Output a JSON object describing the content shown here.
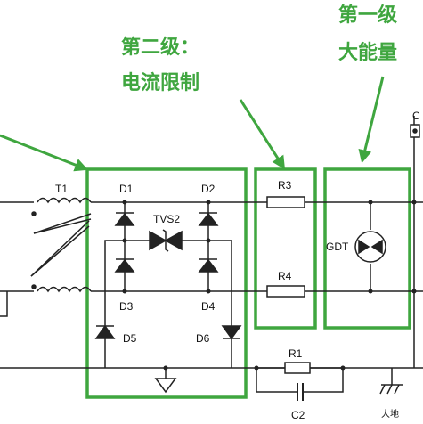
{
  "annotations": {
    "stage2_line1": "第二级：",
    "stage2_line2": "电流限制",
    "stage1_line1": "第一级",
    "stage1_line2": "大能量"
  },
  "components": {
    "t1": "T1",
    "d1": "D1",
    "d2": "D2",
    "d3": "D3",
    "d4": "D4",
    "d5": "D5",
    "d6": "D6",
    "tvs2": "TVS2",
    "r3": "R3",
    "r4": "R4",
    "r1": "R1",
    "c2": "C2",
    "gdt": "GDT",
    "c_top": "C",
    "ground": "大地"
  },
  "colors": {
    "highlight": "#3fa63f",
    "wire": "#222222",
    "background": "#ffffff"
  }
}
